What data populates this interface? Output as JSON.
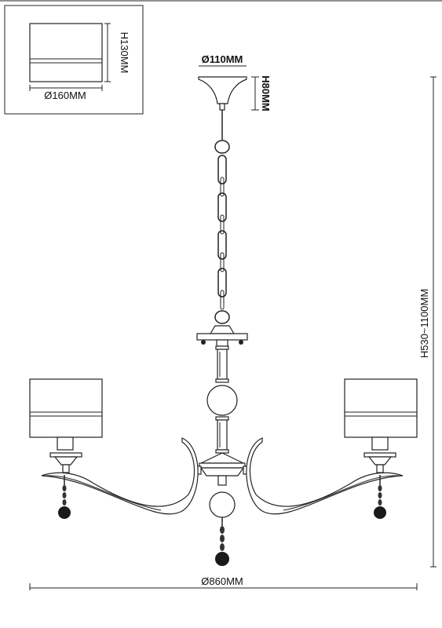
{
  "inset": {
    "shade_height": "H130MM",
    "shade_diameter": "Ø160MM"
  },
  "canopy": {
    "diameter": "Ø110MM",
    "height": "H80MM"
  },
  "overall": {
    "height": "H530~1100MM",
    "diameter": "Ø860MM"
  }
}
